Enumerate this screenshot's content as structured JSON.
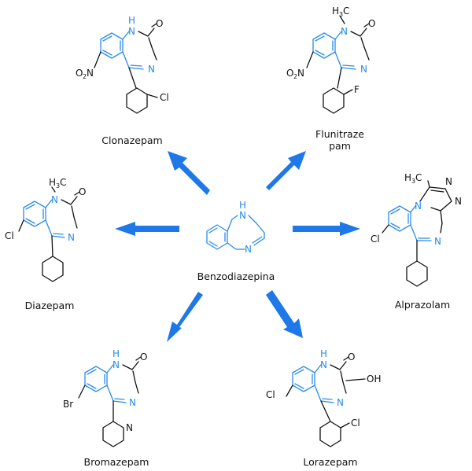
{
  "colors": {
    "core": "#2a8be8",
    "arrow": "#1e78e8",
    "bond": "#111111"
  },
  "center": {
    "name": "Benzodiazepina",
    "atoms": {
      "nh": "H",
      "n_h": "N",
      "n2": "N"
    }
  },
  "molecules": {
    "clonazepam": {
      "name": "Clonazepam",
      "atoms": {
        "nh": "H",
        "n1": "N",
        "o": "O",
        "n4": "N",
        "no2_o": "O",
        "no2_sub": "2",
        "no2_n": "N",
        "cl": "Cl"
      }
    },
    "flunitrazepam": {
      "name_line1": "Flunitraze",
      "name_line2": "pam",
      "atoms": {
        "h3": "H",
        "h3_sub": "3",
        "c": "C",
        "n1": "N",
        "o": "O",
        "n4": "N",
        "no2_o": "O",
        "no2_sub": "2",
        "no2_n": "N",
        "f": "F"
      }
    },
    "diazepam": {
      "name": "Diazepam",
      "atoms": {
        "h3": "H",
        "h3_sub": "3",
        "c": "C",
        "n1": "N",
        "o": "O",
        "n4": "N",
        "cl": "Cl"
      }
    },
    "alprazolam": {
      "name": "Alprazolam",
      "atoms": {
        "h3": "H",
        "h3_sub": "3",
        "c": "C",
        "n_a": "N",
        "n_b": "N",
        "n_c": "N",
        "n4": "N",
        "cl": "Cl"
      }
    },
    "bromazepam": {
      "name": "Bromazepam",
      "atoms": {
        "nh": "H",
        "n1": "N",
        "o": "O",
        "n4": "N",
        "br": "Br",
        "npy": "N"
      }
    },
    "lorazepam": {
      "name": "Lorazepam",
      "atoms": {
        "nh": "H",
        "n1": "N",
        "o": "O",
        "oh": "OH",
        "n4": "N",
        "cl1": "Cl",
        "cl2": "Cl"
      }
    }
  }
}
